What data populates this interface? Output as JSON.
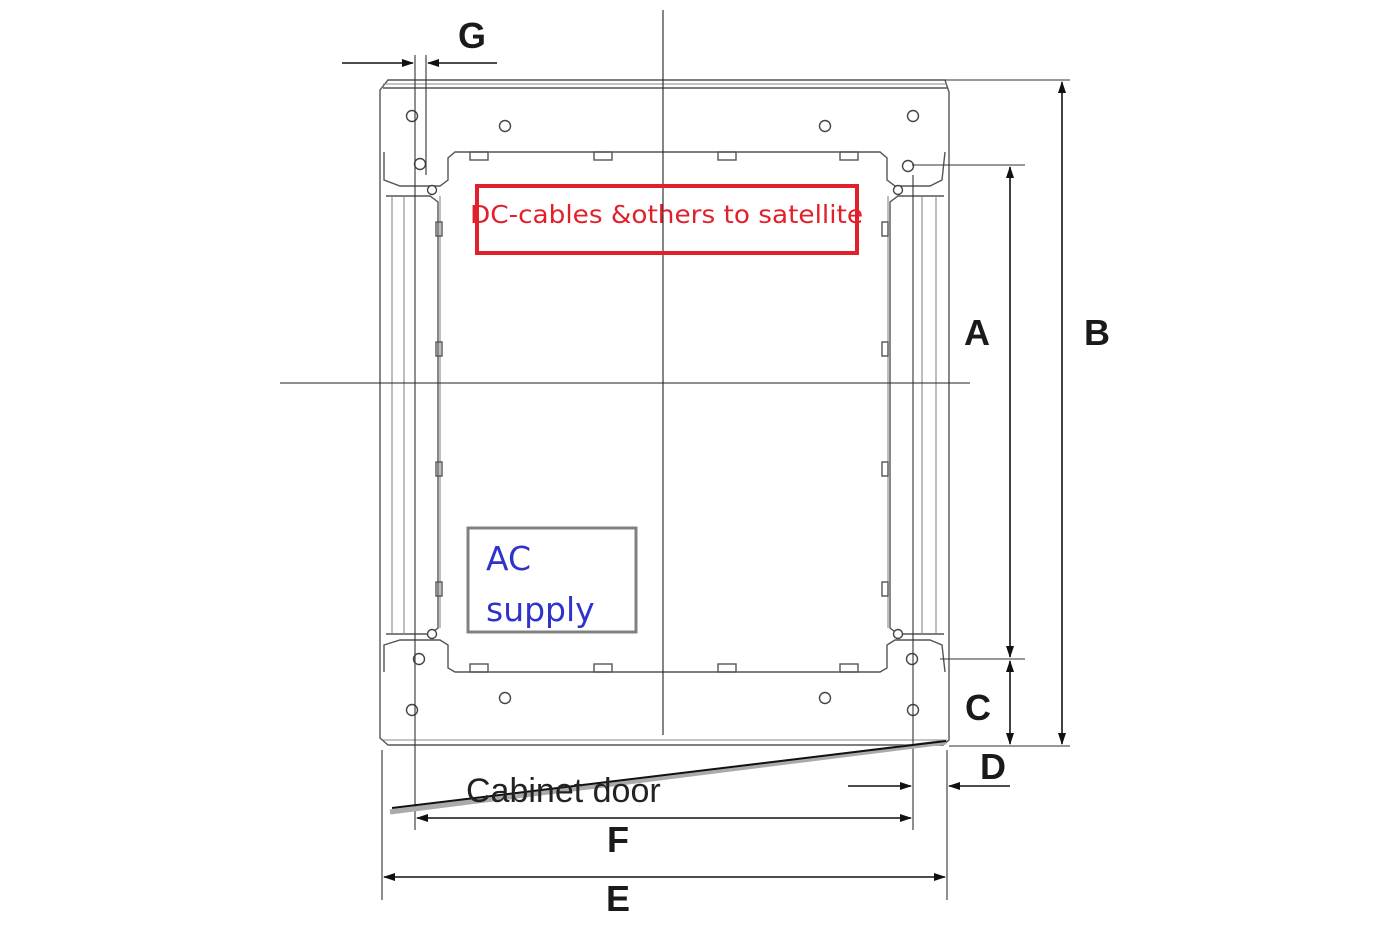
{
  "dimensions": {
    "a": "A",
    "b": "B",
    "c": "C",
    "d": "D",
    "e": "E",
    "f": "F",
    "g": "G"
  },
  "labels": {
    "dc_cables": "DC-cables &others to satellite",
    "ac_line1": "AC",
    "ac_line2": "supply",
    "cabinet_door": "Cabinet door"
  },
  "colors": {
    "dc_box": "#e0212b",
    "ac_text": "#2f33c9",
    "ac_box": "#808080"
  }
}
